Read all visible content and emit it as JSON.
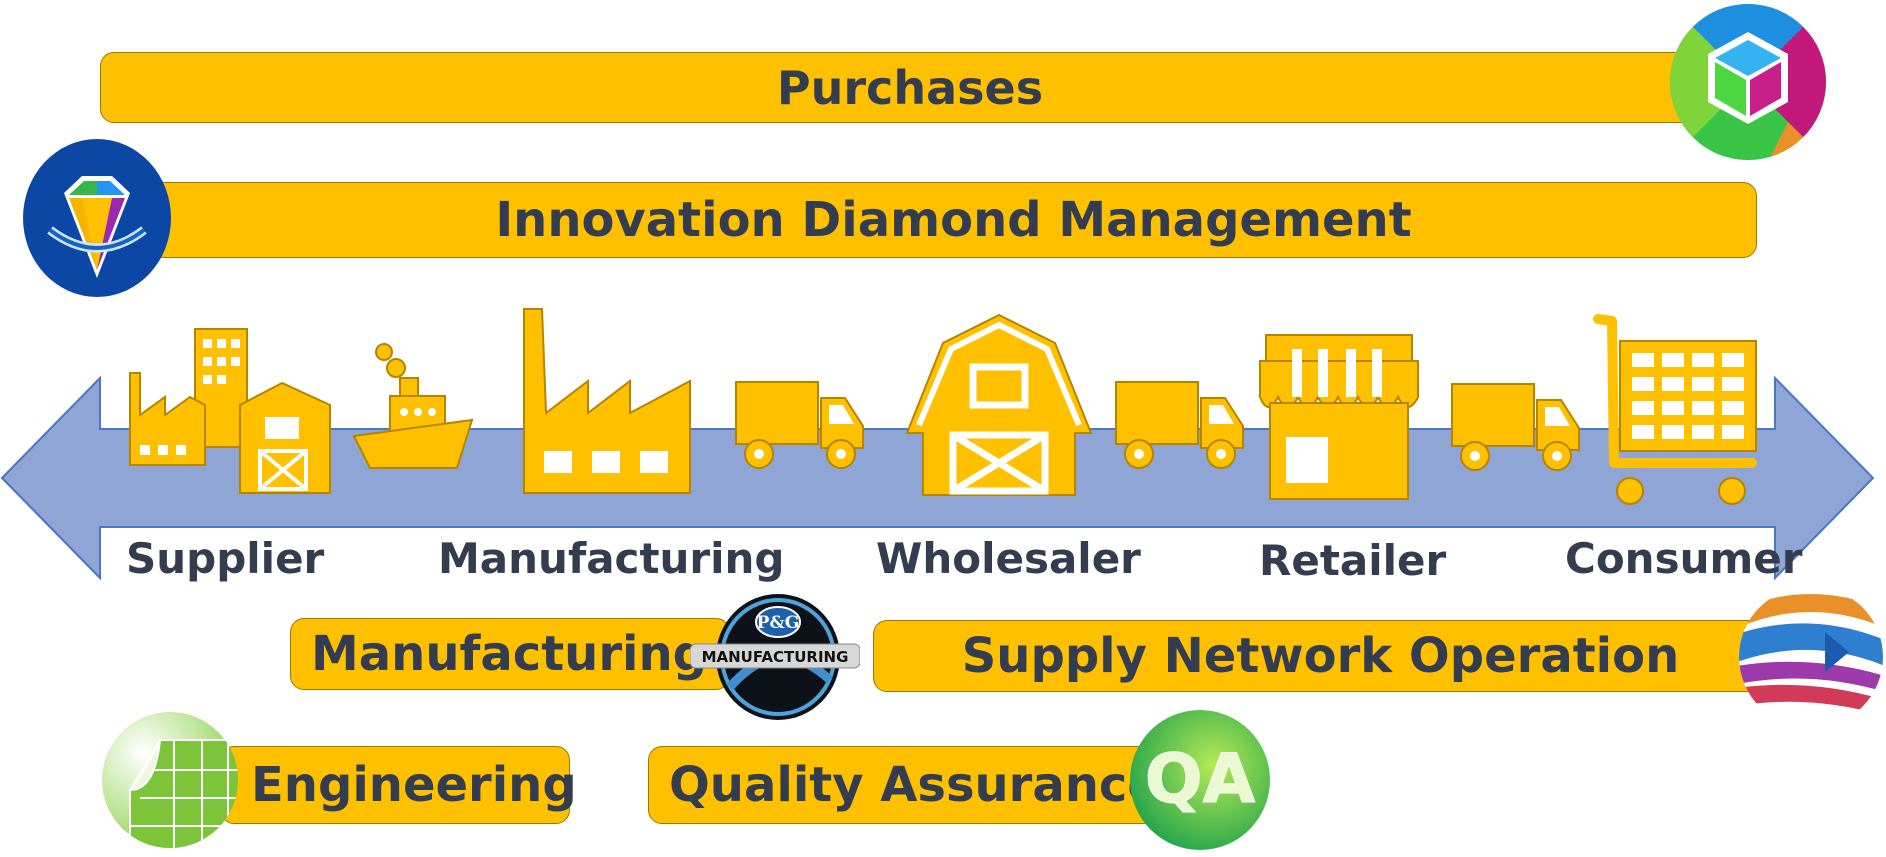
{
  "bars": {
    "purchases": "Purchases",
    "innovation": "Innovation Diamond Management",
    "manufacturing": "Manufacturing",
    "supply_network": "Supply Network Operation",
    "engineering": "Engineering",
    "quality": "Quality Assurance"
  },
  "chain": {
    "stages": [
      "Supplier",
      "Manufacturing",
      "Wholesaler",
      "Retailer",
      "Consumer"
    ]
  },
  "logos": {
    "pg_brand": "P&G",
    "pg_text": "MANUFACTURING",
    "qa_text": "QA"
  },
  "colors": {
    "bar_fill": "#ffc000",
    "bar_border": "#a07800",
    "text": "#333d4f",
    "arrow": "#8ea5d6",
    "icon": "#ffc000"
  }
}
